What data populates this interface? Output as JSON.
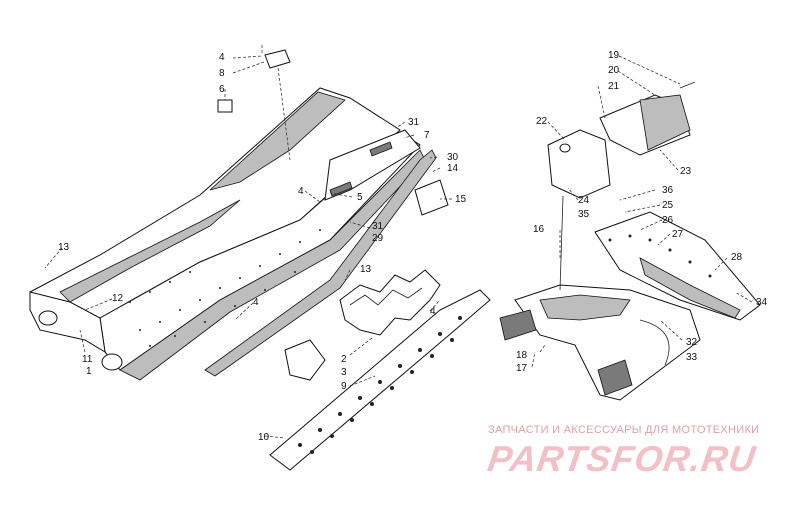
{
  "callouts": {
    "c1": "1",
    "c2": "2",
    "c3": "3",
    "c4a": "4",
    "c4b": "4",
    "c4c": "4",
    "c4d": "4",
    "c5": "5",
    "c6": "6",
    "c7": "7",
    "c8": "8",
    "c9": "9",
    "c10": "10",
    "c11": "11",
    "c12": "12",
    "c13a": "13",
    "c13b": "13",
    "c14": "14",
    "c15": "15",
    "c16": "16",
    "c17": "17",
    "c18": "18",
    "c19": "19",
    "c20": "20",
    "c21": "21",
    "c22": "22",
    "c23": "23",
    "c24": "24",
    "c25": "25",
    "c26": "26",
    "c27": "27",
    "c28": "28",
    "c29": "29",
    "c30": "30",
    "c31a": "31",
    "c31b": "31",
    "c32": "32",
    "c33": "33",
    "c34": "34",
    "c35": "35",
    "c36": "36"
  },
  "watermark": {
    "tagline": "ЗАПЧАСТИ И АКСЕССУАРЫ ДЛЯ МОТОТЕХНИКИ",
    "logo": "PARTSFOR.RU"
  }
}
